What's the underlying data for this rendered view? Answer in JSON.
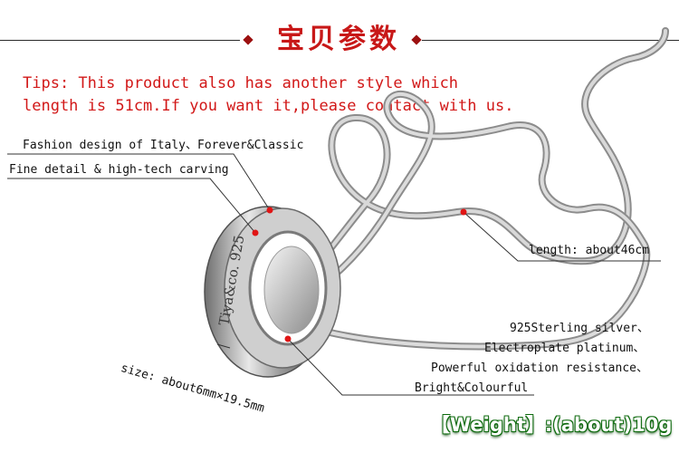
{
  "header": {
    "title": "宝贝参数",
    "accent_color": "#c81818"
  },
  "tips": {
    "line1": "Tips: This product also has another style which",
    "line2": "length is 51cm.If you want it,please contact with us.",
    "color": "#d21818"
  },
  "callouts": {
    "fashion": "Fashion design of Italy、Forever&Classic",
    "detail": "Fine detail & high-tech carving",
    "length": "length: about46cm",
    "material_1": "925Sterling silver、",
    "material_2": "Electroplate platinum、",
    "material_3": "Powerful oxidation resistance、",
    "material_4": "Bright&Colourful",
    "size": "size: about6mm×19.5mm"
  },
  "weight": {
    "text": "【Weight】:(about)10g",
    "color": "#ffffff",
    "outline_color": "#0d6a0d"
  },
  "ring": {
    "engraving": "Tiya&co. 925"
  },
  "icons": [
    "ring-pendant-image",
    "snake-chain-image",
    "callout-dot-icon"
  ]
}
